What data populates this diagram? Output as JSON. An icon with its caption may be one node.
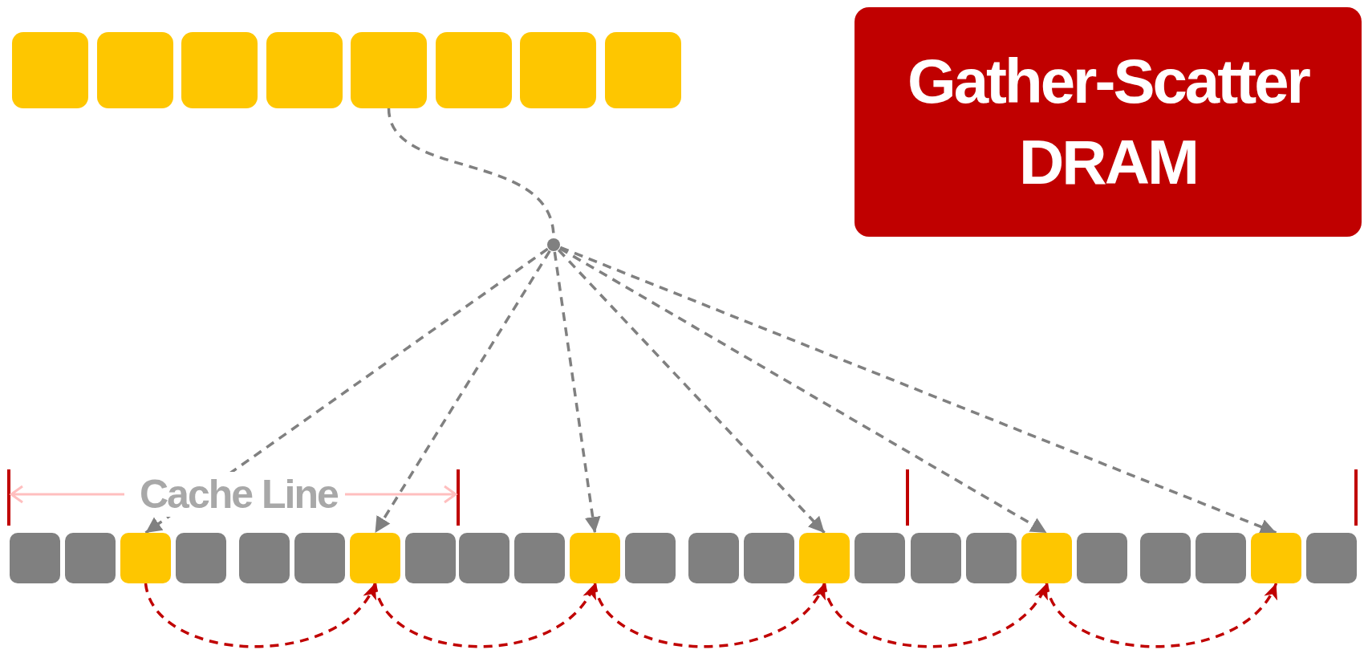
{
  "diagram": {
    "nodes": [
      {
        "text": [],
        "shape": "box"
      },
      {
        "text": [],
        "shape": "box"
      },
      {
        "text": [],
        "shape": "box"
      },
      {
        "text": [],
        "shape": "box"
      },
      {
        "text": [],
        "shape": "box"
      },
      {
        "text": [],
        "shape": "box"
      },
      {
        "text": [],
        "shape": "box"
      },
      {
        "text": [],
        "shape": "box"
      },
      {
        "text": [
          "Gather-Scatter DRAM"
        ]
      },
      {
        "text": [],
        "shape": "circle"
      },
      {
        "text": [],
        "shape": "box"
      },
      {
        "text": [],
        "shape": "box"
      },
      {
        "text": [],
        "shape": "box"
      },
      {
        "text": [],
        "shape": "box"
      },
      {
        "text": [],
        "shape": "box"
      },
      {
        "text": [],
        "shape": "box"
      },
      {
        "text": [],
        "shape": "box"
      },
      {
        "text": [],
        "shape": "box"
      },
      {
        "text": [],
        "shape": "box"
      },
      {
        "text": [],
        "shape": "box"
      },
      {
        "text": [],
        "shape": "box"
      },
      {
        "text": [],
        "shape": "box"
      },
      {
        "text": [],
        "shape": "box"
      },
      {
        "text": [],
        "shape": "box"
      },
      {
        "text": [],
        "shape": "box"
      },
      {
        "text": [],
        "shape": "box"
      },
      {
        "text": [],
        "shape": "box"
      },
      {
        "text": [],
        "shape": "box"
      },
      {
        "text": [],
        "shape": "box"
      },
      {
        "text": [],
        "shape": "box"
      },
      {
        "text": [],
        "shape": "box"
      },
      {
        "text": [],
        "shape": "box"
      },
      {
        "text": [],
        "shape": "box"
      },
      {
        "text": [],
        "shape": "box"
      }
    ],
    "edges": [
      {
        "from": 4,
        "to": 9,
        "arrow": "none",
        "style": "dashed"
      },
      {
        "from": 9,
        "to": 12,
        "arrow": "to",
        "style": "dashed"
      },
      {
        "from": 9,
        "to": 16,
        "arrow": "to",
        "style": "dashed"
      },
      {
        "from": 9,
        "to": 20,
        "arrow": "to",
        "style": "dashed"
      },
      {
        "from": 9,
        "to": 24,
        "arrow": "to",
        "style": "dashed"
      },
      {
        "from": 9,
        "to": 28,
        "arrow": "to",
        "style": "dashed"
      },
      {
        "from": 9,
        "to": 32,
        "arrow": "to",
        "style": "dashed"
      },
      {
        "from": 12,
        "to": 16,
        "arrow": "to",
        "style": "dashed",
        "color": "#c00000"
      },
      {
        "from": 16,
        "to": 20,
        "arrow": "to",
        "style": "dashed",
        "color": "#c00000"
      },
      {
        "from": 20,
        "to": 24,
        "arrow": "to",
        "style": "dashed",
        "color": "#c00000"
      },
      {
        "from": 24,
        "to": 28,
        "arrow": "to",
        "style": "dashed",
        "color": "#c00000"
      },
      {
        "from": 28,
        "to": 32,
        "arrow": "to",
        "style": "dashed",
        "color": "#c00000"
      }
    ],
    "labels": [
      "Cache Line"
    ]
  }
}
